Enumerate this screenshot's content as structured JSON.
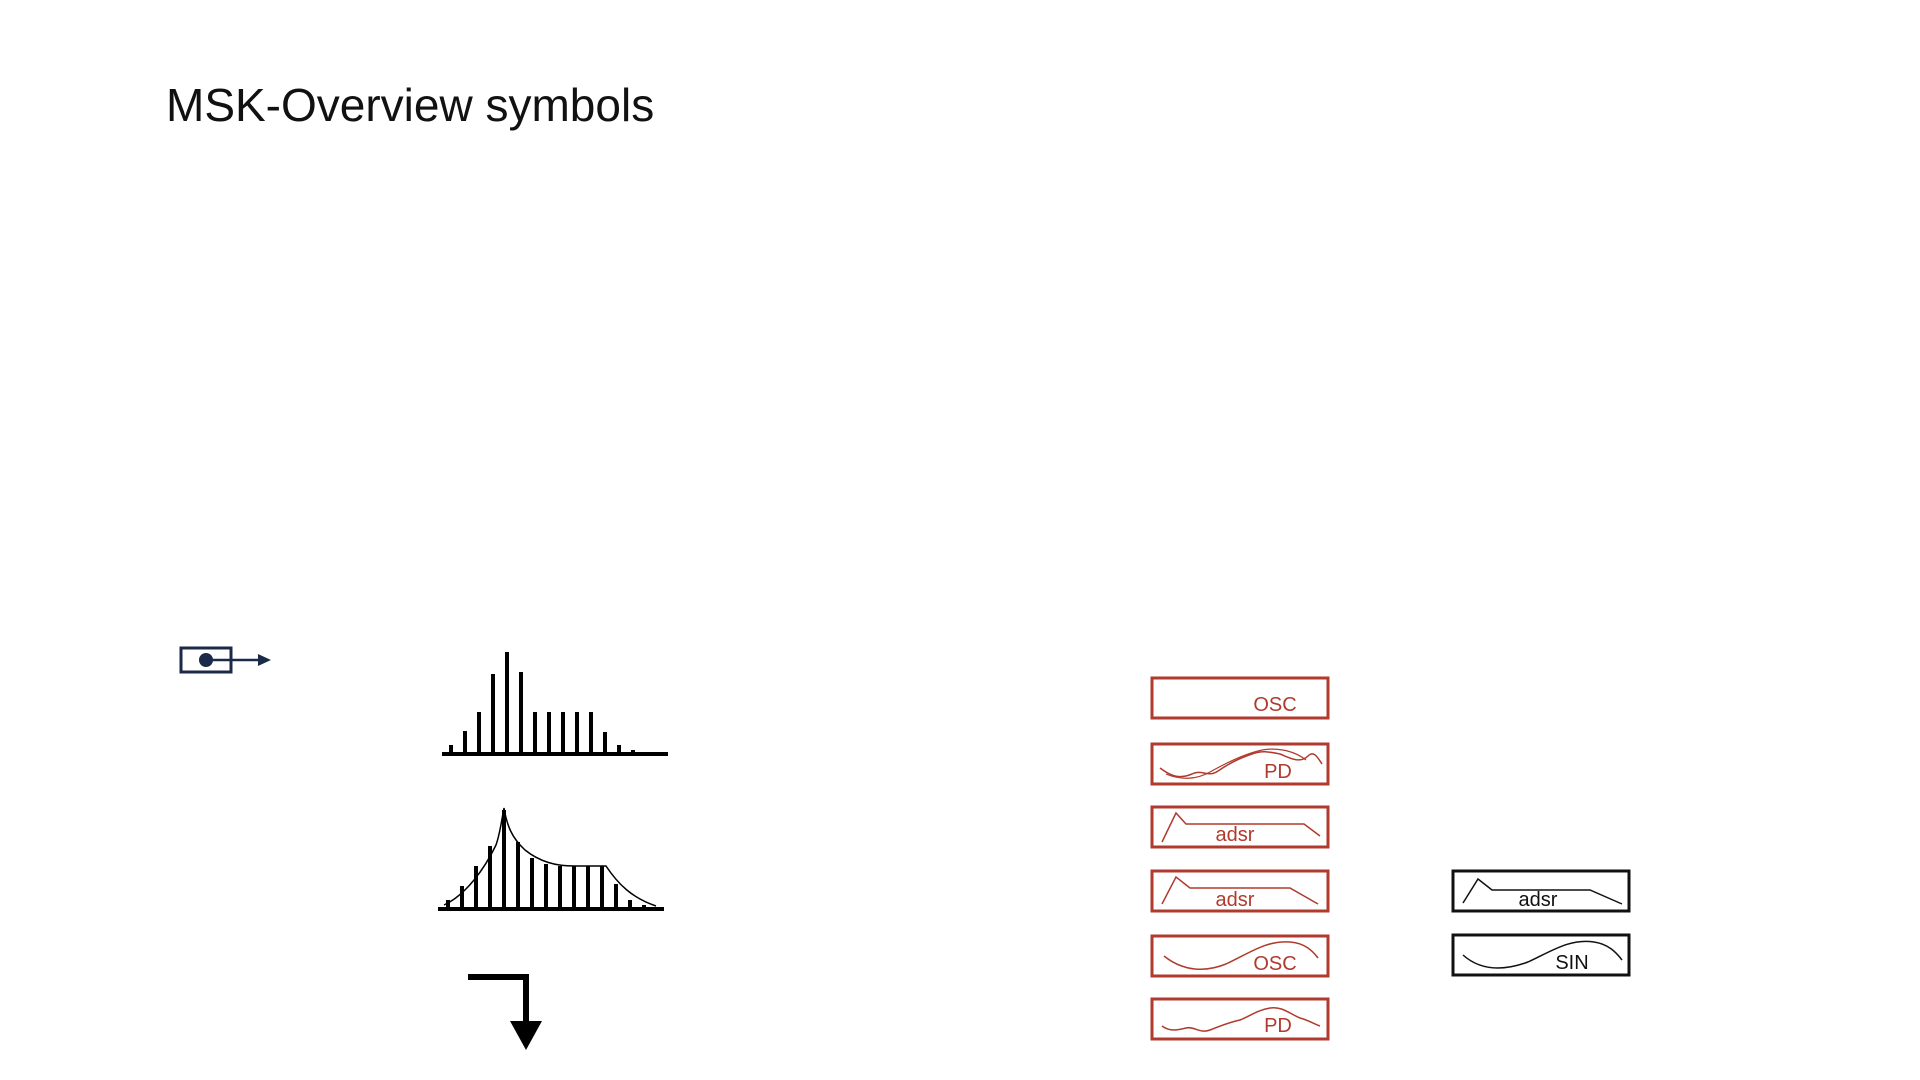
{
  "page": {
    "title": "MSK-Overview symbols"
  },
  "colors": {
    "module_red": "#b03a2e",
    "module_black": "#111111",
    "connector_navy": "#1c2a4a",
    "spectrum_black": "#000000"
  },
  "icons": {
    "connector": "output-connector-icon",
    "spectrum_bars": "harmonic-spectrum-icon",
    "spectrum_envelope": "spectrum-envelope-icon",
    "signal_flow": "down-flow-arrow-icon"
  },
  "modules_red": [
    {
      "label": "OSC",
      "icon": "blank-module-icon"
    },
    {
      "label": "PD",
      "icon": "phase-distortion-wave-icon"
    },
    {
      "label": "adsr",
      "icon": "adsr-envelope-icon"
    },
    {
      "label": "adsr",
      "icon": "adsr-envelope-icon"
    },
    {
      "label": "OSC",
      "icon": "sine-wave-icon"
    },
    {
      "label": "PD",
      "icon": "phase-distortion-wave-icon"
    }
  ],
  "modules_black": [
    {
      "label": "adsr",
      "icon": "adsr-envelope-icon"
    },
    {
      "label": "SIN",
      "icon": "sine-wave-icon"
    }
  ]
}
